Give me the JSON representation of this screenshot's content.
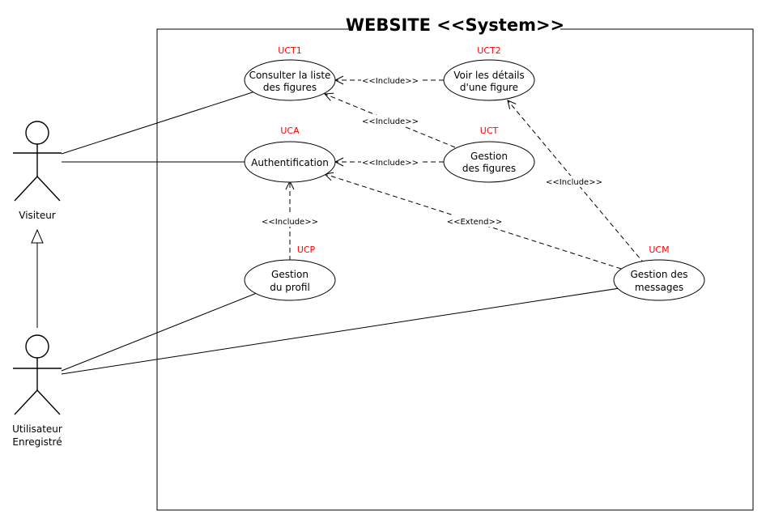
{
  "system": {
    "title": "WEBSITE <<System>>"
  },
  "actors": {
    "visiteur": "Visiteur",
    "utilisateur_line1": "Utilisateur",
    "utilisateur_line2": "Enregistré"
  },
  "use_cases": {
    "uct1": {
      "code": "UCT1",
      "line1": "Consulter la liste",
      "line2": "des figures"
    },
    "uct2": {
      "code": "UCT2",
      "line1": "Voir les détails",
      "line2": "d'une figure"
    },
    "uca": {
      "code": "UCA",
      "line1": "Authentification"
    },
    "uct": {
      "code": "UCT",
      "line1": "Gestion",
      "line2": "des figures"
    },
    "ucp": {
      "code": "UCP",
      "line1": "Gestion",
      "line2": "du profil"
    },
    "ucm": {
      "code": "UCM",
      "line1": "Gestion des",
      "line2": "messages"
    }
  },
  "relations": {
    "include": "<<Include>>",
    "extend": "<<Extend>>"
  },
  "colors": {
    "code": "#ff0000",
    "line": "#000000"
  }
}
